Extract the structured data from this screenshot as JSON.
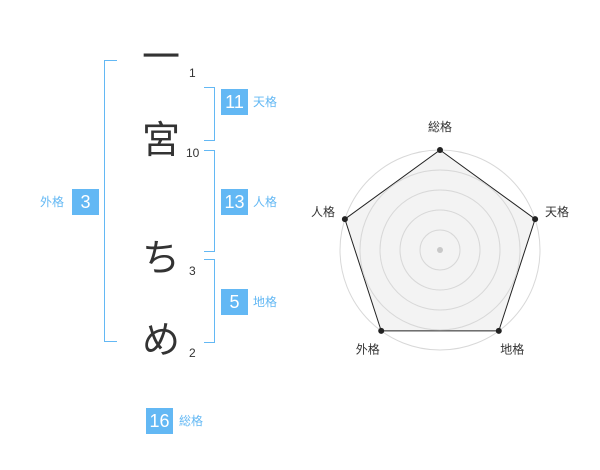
{
  "name": {
    "chars": [
      "一",
      "宮",
      "ち",
      "め"
    ],
    "strokes": [
      "1",
      "10",
      "3",
      "2"
    ]
  },
  "fortunes": {
    "tenkaku": {
      "value": "11",
      "label": "天格"
    },
    "jinkaku": {
      "value": "13",
      "label": "人格"
    },
    "chikaku": {
      "value": "5",
      "label": "地格"
    },
    "gaikaku": {
      "value": "3",
      "label": "外格"
    },
    "soukaku": {
      "value": "16",
      "label": "総格"
    }
  },
  "chart_data": {
    "type": "radar",
    "axes": [
      "総格",
      "天格",
      "地格",
      "外格",
      "人格"
    ],
    "values": [
      5,
      5,
      5,
      5,
      5
    ],
    "max": 5,
    "rings": 5,
    "colors": {
      "fill": "#efefef",
      "line": "#222222",
      "ring": "#d8d8d8",
      "center": "#c8c8c8"
    }
  }
}
